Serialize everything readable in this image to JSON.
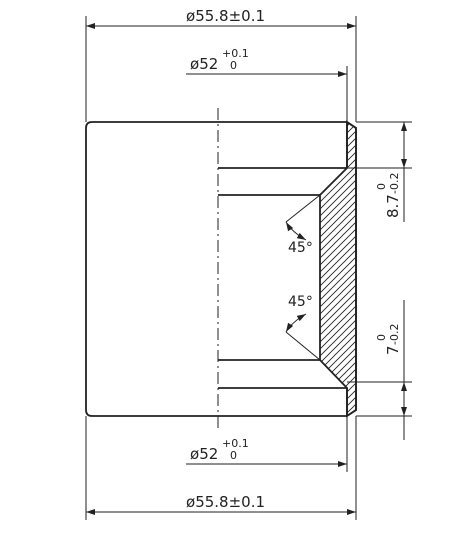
{
  "dimensions": {
    "outer_diameter_top": {
      "symbol": "ø",
      "value": "55.8±0.1"
    },
    "inner_diameter_top": {
      "symbol": "ø",
      "value": "52",
      "upper": "+0.1",
      "lower": "0"
    },
    "inner_diameter_bottom": {
      "symbol": "ø",
      "value": "52",
      "upper": "+0.1",
      "lower": "0"
    },
    "outer_diameter_bottom": {
      "symbol": "ø",
      "value": "55.8±0.1"
    },
    "height_top": {
      "value": "8.7",
      "upper": "0",
      "lower": "-0.2"
    },
    "height_bottom": {
      "value": "7",
      "upper": "0",
      "lower": "-0.2"
    }
  },
  "angles": {
    "chamfer_top": "45°",
    "chamfer_bottom": "45°"
  },
  "colors": {
    "line": "#222222",
    "background": "#ffffff"
  }
}
